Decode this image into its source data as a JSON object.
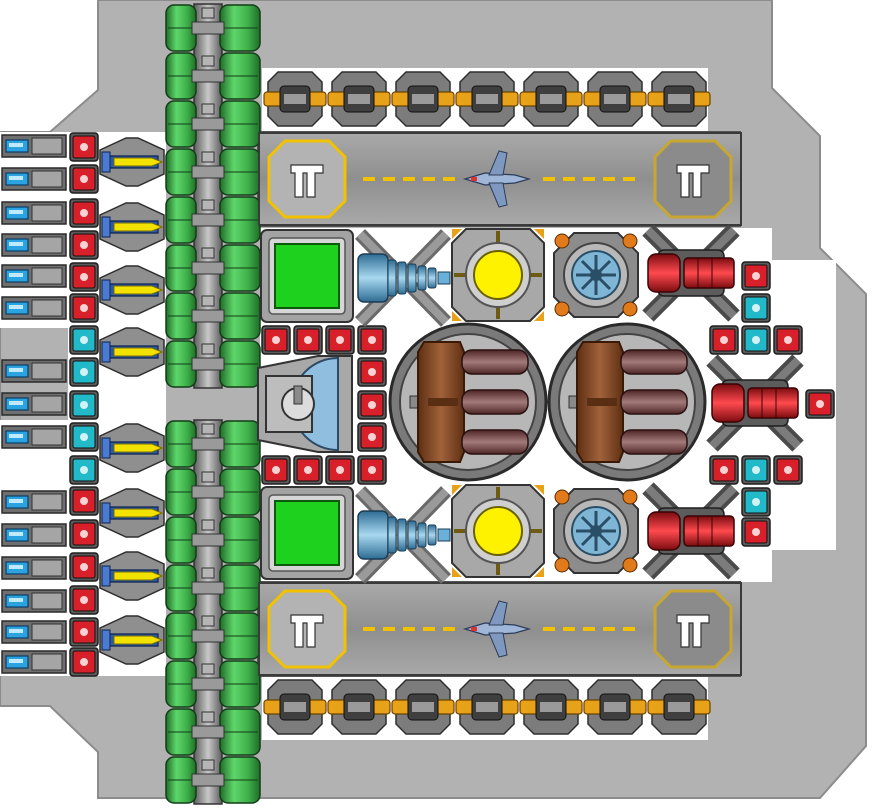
{
  "view": {
    "kind": "space-station-blueprint",
    "labels": []
  },
  "palette": {
    "hull": "#b2b2b2",
    "hull_edge": "#8c8c8c",
    "floor": "#ffffff",
    "tank_green": "#3fb04a",
    "tank_green_dark": "#1f6e28",
    "pipe_gray": "#8e8e8e",
    "red_block": "#d8202a",
    "cyan_block": "#22b9c9",
    "blue_light": "#2aa3e0",
    "amber": "#e8a21a",
    "hangar": "#9a9a9a",
    "marking": "#f2c200",
    "reactor": "#fff200",
    "power": "#1fd11f",
    "shield": "#7fb6d6",
    "bay_brown": "#8a4e2a"
  },
  "modules": {
    "thruster_bank_left": {
      "count": 16,
      "icon": "thruster-icon"
    },
    "red_connector_left": {
      "count": 10,
      "icon": "red-connector-icon"
    },
    "cyan_connector_left": {
      "count": 6,
      "icon": "cyan-connector-icon"
    },
    "missile_pods": {
      "count": 8,
      "icon": "missile-pod-icon"
    },
    "green_tanks": {
      "count": 2,
      "icon": "fuel-tank-icon"
    },
    "amber_turrets_top": {
      "count": 7,
      "icon": "turret-icon"
    },
    "amber_turrets_bottom": {
      "count": 7,
      "icon": "turret-icon"
    },
    "hangars": {
      "count": 2,
      "icon": "hangar-icon",
      "craft": "fighter-icon"
    },
    "power_cells": {
      "count": 2,
      "icon": "power-cell-icon"
    },
    "plasma_cannons": {
      "count": 2,
      "icon": "plasma-cannon-icon"
    },
    "reactors": {
      "count": 2,
      "icon": "reactor-icon"
    },
    "shield_emitters": {
      "count": 2,
      "icon": "shield-emitter-icon"
    },
    "red_guns": {
      "count": 3,
      "icon": "heavy-gun-icon"
    },
    "launch_bays": {
      "count": 2,
      "icon": "launch-bay-icon"
    },
    "radar": {
      "count": 1,
      "icon": "radar-dome-icon"
    }
  }
}
